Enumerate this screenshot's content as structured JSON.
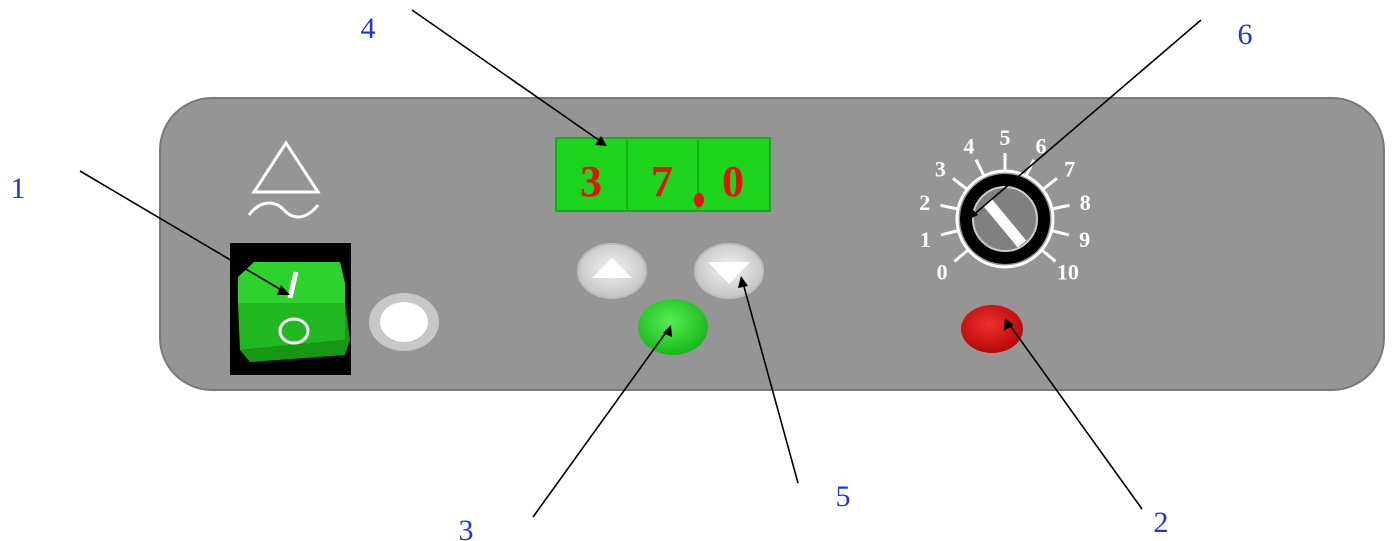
{
  "callouts": {
    "c1": "1",
    "c2": "2",
    "c3": "3",
    "c4": "4",
    "c5": "5",
    "c6": "6"
  },
  "display": {
    "digit1": "3",
    "digit2": "7",
    "digit3": "0"
  },
  "dial": {
    "scale": [
      "0",
      "1",
      "2",
      "3",
      "4",
      "5",
      "6",
      "7",
      "8",
      "9",
      "10"
    ]
  },
  "colors": {
    "panel": "#959595",
    "display_green": "#22dd22",
    "digit_red": "#e81010",
    "callout_blue": "#2233dd",
    "stop_red": "#d81010",
    "start_green": "#1ccc1c"
  },
  "icons": {
    "power-symbol": "triangle-over-tilde",
    "up-button": "triangle-up",
    "down-button": "triangle-down"
  }
}
